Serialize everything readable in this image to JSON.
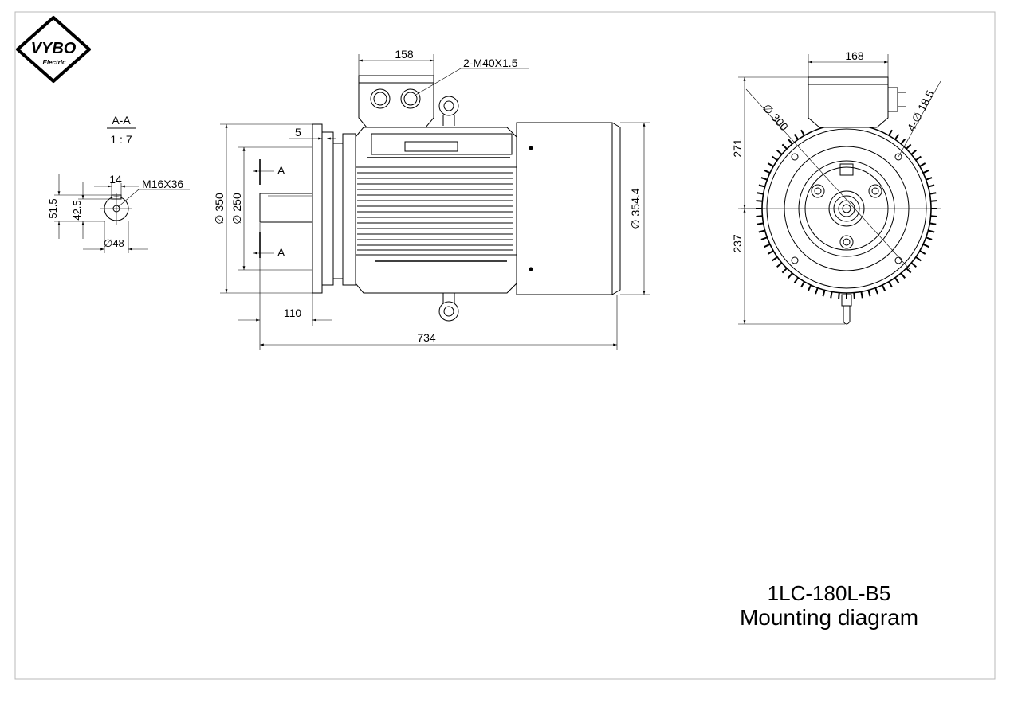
{
  "brand": {
    "logo_text": "VYBO",
    "logo_sub": "Electric"
  },
  "title": {
    "model": "1LC-180L-B5",
    "subtitle": "Mounting diagram"
  },
  "section": {
    "name": "A-A",
    "scale": "1 : 7"
  },
  "section_dims": {
    "key_width": "14",
    "thread": "M16X36",
    "height_outer": "51.5",
    "height_inner": "42.5",
    "shaft_dia": "∅48"
  },
  "side_dims": {
    "terminal_box_width": "158",
    "cable_glands": "2-M40X1.5",
    "flange_spigot": "5",
    "flange_dia": "∅ 350",
    "spigot_dia": "∅ 250",
    "body_dia": "∅ 354.4",
    "shaft_length": "110",
    "overall_length": "734",
    "section_mark_a": "A"
  },
  "front_dims": {
    "terminal_box_width": "168",
    "pcd": "∅ 300",
    "holes": "4-∅ 18.5",
    "height_top": "271",
    "height_bottom": "237"
  }
}
